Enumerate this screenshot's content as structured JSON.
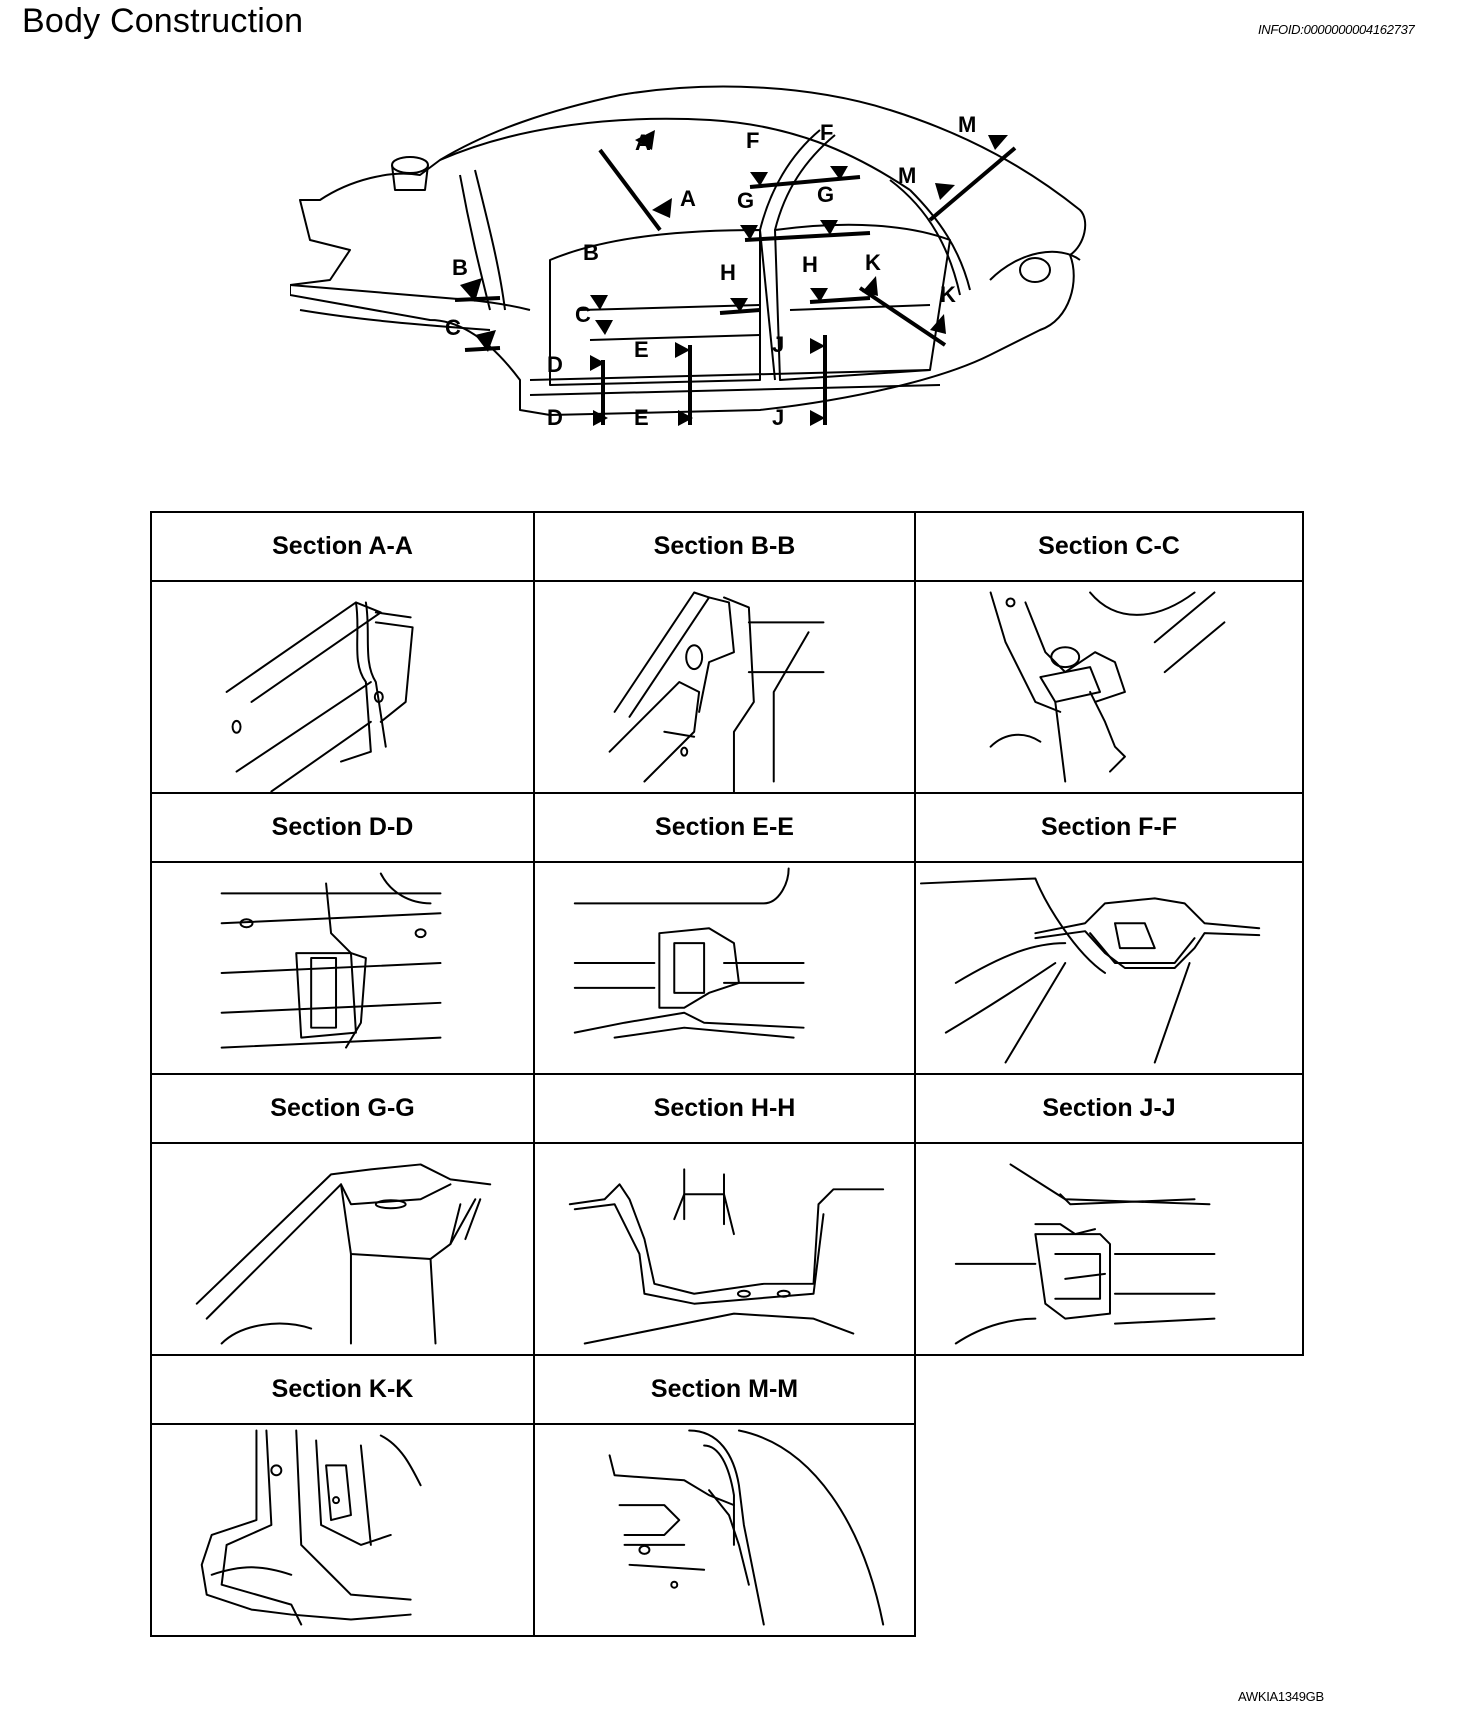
{
  "page": {
    "title": "Body Construction",
    "info_id": "INFOID:0000000004162737",
    "figure_code": "AWKIA1349GB"
  },
  "overview": {
    "markers": [
      "A",
      "A",
      "B",
      "B",
      "C",
      "C",
      "D",
      "D",
      "E",
      "E",
      "F",
      "F",
      "G",
      "G",
      "H",
      "H",
      "J",
      "J",
      "K",
      "K",
      "M",
      "M"
    ]
  },
  "sections": [
    {
      "id": "A-A",
      "label": "Section A-A"
    },
    {
      "id": "B-B",
      "label": "Section B-B"
    },
    {
      "id": "C-C",
      "label": "Section C-C"
    },
    {
      "id": "D-D",
      "label": "Section D-D"
    },
    {
      "id": "E-E",
      "label": "Section E-E"
    },
    {
      "id": "F-F",
      "label": "Section F-F"
    },
    {
      "id": "G-G",
      "label": "Section G-G"
    },
    {
      "id": "H-H",
      "label": "Section H-H"
    },
    {
      "id": "J-J",
      "label": "Section J-J"
    },
    {
      "id": "K-K",
      "label": "Section  K-K"
    },
    {
      "id": "M-M",
      "label": "Section M-M"
    }
  ]
}
